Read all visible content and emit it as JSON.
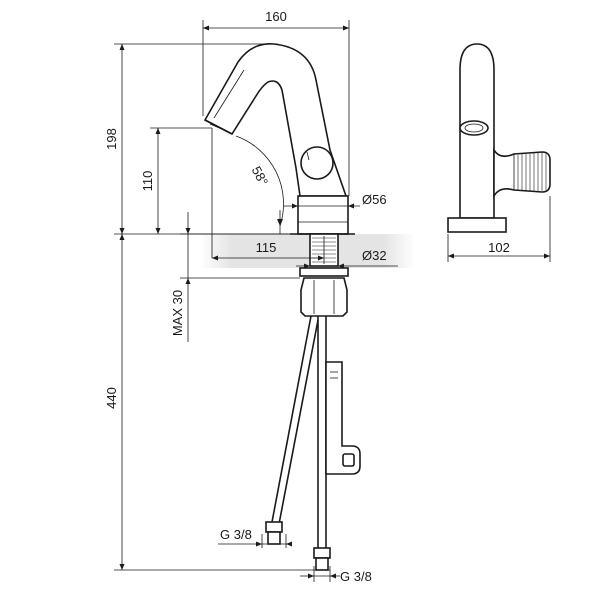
{
  "dimensions": {
    "width_total": "160",
    "height_spout": "198",
    "height_outlet": "110",
    "spout_angle": "58°",
    "diameter_body": "Ø56",
    "projection": "115",
    "diameter_shank": "Ø32",
    "max_thickness": "MAX 30",
    "hose_length": "440",
    "connection_hose": "G 3/8",
    "connection_bottom": "G 3/8",
    "side_width": "102"
  },
  "colors": {
    "line": "#1a1a1a",
    "shade": "#e4e4e4"
  }
}
